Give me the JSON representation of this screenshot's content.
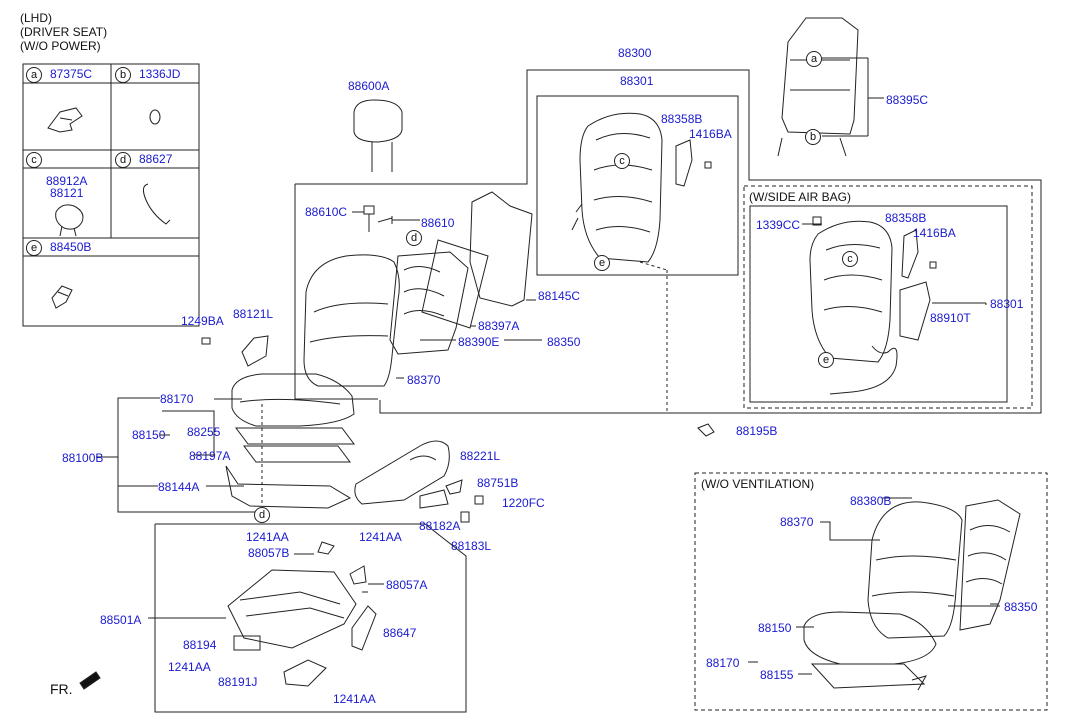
{
  "header": {
    "line1": "(LHD)",
    "line2": "(DRIVER SEAT)",
    "line3": "(W/O POWER)"
  },
  "legend": {
    "a": {
      "letter": "a",
      "part": "87375C"
    },
    "b": {
      "letter": "b",
      "part": "1336JD"
    },
    "c": {
      "letter": "c",
      "part1": "88912A",
      "part2": "88121"
    },
    "d": {
      "letter": "d",
      "part": "88627"
    },
    "e": {
      "letter": "e",
      "part": "88450B"
    }
  },
  "groups": {
    "side_airbag": "(W/SIDE AIR BAG)",
    "wo_ventilation": "(W/O VENTILATION)"
  },
  "front_label": "FR.",
  "callouts": {
    "c88300": "88300",
    "c88301_top": "88301",
    "c88358B_1": "88358B",
    "c1416BA_1": "1416BA",
    "c88395C": "88395C",
    "c88600A": "88600A",
    "c88610C": "88610C",
    "c88610": "88610",
    "c88145C": "88145C",
    "c88397A": "88397A",
    "c88390E": "88390E",
    "c88350": "88350",
    "c88370": "88370",
    "c1249BA": "1249BA",
    "c88121L": "88121L",
    "c1339CC": "1339CC",
    "c88358B_2": "88358B",
    "c1416BA_2": "1416BA",
    "c88301_right": "88301",
    "c88910T": "88910T",
    "c88195B": "88195B",
    "c88170": "88170",
    "c88150": "88150",
    "c88255": "88255",
    "c88100B": "88100B",
    "c88197A": "88197A",
    "c88144A": "88144A",
    "c88221L": "88221L",
    "c88751B": "88751B",
    "c1220FC": "1220FC",
    "c88182A": "88182A",
    "c88183L": "88183L",
    "c1241AA_1": "1241AA",
    "c1241AA_2": "1241AA",
    "c88057B": "88057B",
    "c88057A": "88057A",
    "c88501A": "88501A",
    "c88647": "88647",
    "c88194": "88194",
    "c1241AA_3": "1241AA",
    "c88191J": "88191J",
    "c1241AA_4": "1241AA",
    "v88380B": "88380B",
    "v88370": "88370",
    "v88350": "88350",
    "v88150": "88150",
    "v88170": "88170",
    "v88155": "88155"
  },
  "markers": {
    "a": "a",
    "b": "b",
    "c": "c",
    "d": "d",
    "e": "e"
  }
}
